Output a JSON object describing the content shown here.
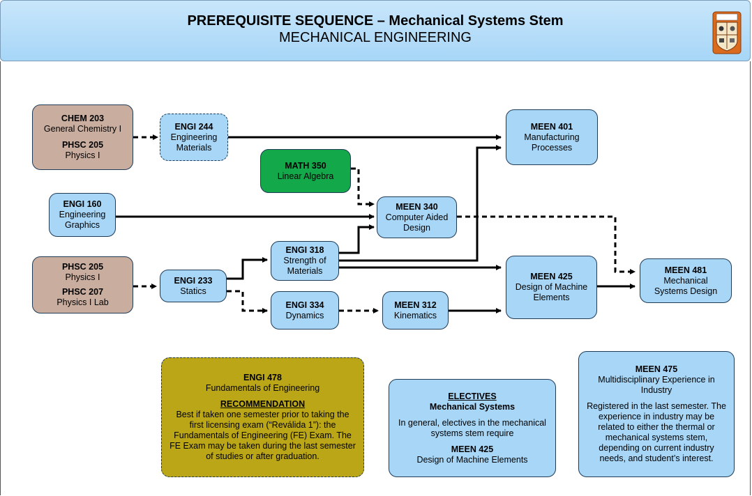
{
  "header": {
    "title": "PREREQUISITE SEQUENCE – Mechanical Systems Stem",
    "subtitle": "MECHANICAL ENGINEERING"
  },
  "courses": {
    "chem203": {
      "code": "CHEM 203",
      "name": "General Chemistry I",
      "code2": "PHSC 205",
      "name2": "Physics I"
    },
    "engi244": {
      "code": "ENGI 244",
      "name": "Engineering Materials"
    },
    "meen401": {
      "code": "MEEN 401",
      "name": "Manufacturing Processes"
    },
    "math350": {
      "code": "MATH 350",
      "name": "Linear Algebra"
    },
    "engi160": {
      "code": "ENGI 160",
      "name": "Engineering Graphics"
    },
    "meen340": {
      "code": "MEEN 340",
      "name": "Computer Aided Design"
    },
    "engi318": {
      "code": "ENGI 318",
      "name": "Strength of Materials"
    },
    "phsc205": {
      "code": "PHSC 205",
      "name": "Physics I",
      "code2": "PHSC 207",
      "name2": "Physics I Lab"
    },
    "engi233": {
      "code": "ENGI 233",
      "name": "Statics"
    },
    "meen425": {
      "code": "MEEN 425",
      "name": "Design of Machine Elements"
    },
    "meen481": {
      "code": "MEEN 481",
      "name": "Mechanical Systems Design"
    },
    "engi334": {
      "code": "ENGI 334",
      "name": "Dynamics"
    },
    "meen312": {
      "code": "MEEN 312",
      "name": "Kinematics"
    }
  },
  "engi478": {
    "code": "ENGI 478",
    "name": "Fundamentals of Engineering",
    "rec_title": "RECOMMENDATION",
    "rec_text": "Best if taken one semester prior to taking the first licensing exam (“Reválida 1”): the Fundamentals of Engineering (FE) Exam. The FE Exam may be taken during the last semester of studies or after graduation."
  },
  "electives": {
    "title": "ELECTIVES",
    "subtitle": "Mechanical Systems",
    "text": "In general, electives in the mechanical systems stem require",
    "code": "MEEN 425",
    "name": "Design of Machine Elements"
  },
  "meen475": {
    "code": "MEEN 475",
    "name": "Multidisciplinary Experience in Industry",
    "text": "Registered in the last semester. The experience in industry may be related to either the thermal or mechanical systems stem, depending on current industry needs, and student’s interest."
  },
  "colors": {
    "course_blue": "#a7d6f7",
    "basic_science_tan": "#c9ad9f",
    "math_green": "#13a84a",
    "recommendation_gold": "#bba617",
    "border": "#1f3a55"
  }
}
